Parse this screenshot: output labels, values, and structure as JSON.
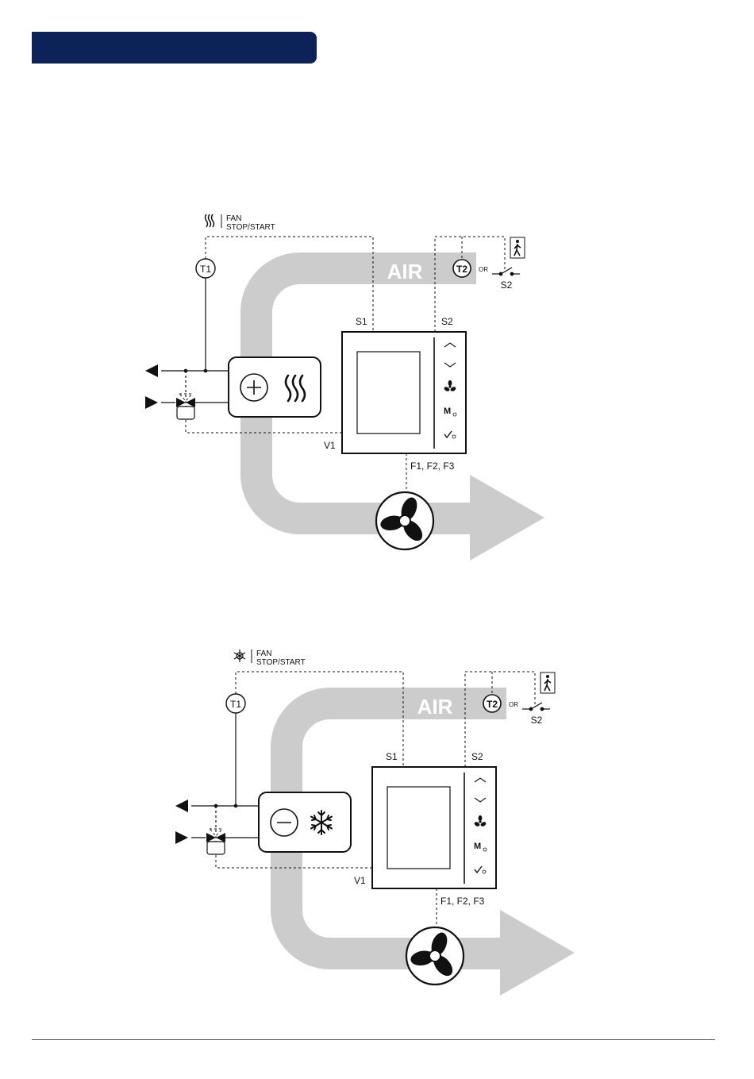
{
  "header": {
    "color": "#0c2258"
  },
  "colors": {
    "air_band": "#cccccc",
    "line": "#111111"
  },
  "diagrams": [
    {
      "mode": "heating",
      "mode_icon": "heat-waves-icon",
      "coil_icon": "plus-icon",
      "coil_label_icon": "heat-waves-icon",
      "legend": {
        "line1": "FAN",
        "line2": "STOP/START"
      },
      "air": "AIR",
      "t1": "T1",
      "t2": "T2",
      "or": "OR",
      "s2_switch": "S2",
      "s1": "S1",
      "s2": "S2",
      "v1": "V1",
      "fan_outputs": "F1, F2, F3",
      "thermostat_icons": [
        "chevron-up-icon",
        "chevron-down-icon",
        "fan-icon",
        "mode-icon",
        "check-icon"
      ],
      "mode_button": "M"
    },
    {
      "mode": "cooling",
      "mode_icon": "snowflake-icon",
      "coil_icon": "minus-icon",
      "coil_label_icon": "snowflake-icon",
      "legend": {
        "line1": "FAN",
        "line2": "STOP/START"
      },
      "air": "AIR",
      "t1": "T1",
      "t2": "T2",
      "or": "OR",
      "s2_switch": "S2",
      "s1": "S1",
      "s2": "S2",
      "v1": "V1",
      "fan_outputs": "F1, F2, F3",
      "thermostat_icons": [
        "chevron-up-icon",
        "chevron-down-icon",
        "fan-icon",
        "mode-icon",
        "check-icon"
      ],
      "mode_button": "M"
    }
  ]
}
